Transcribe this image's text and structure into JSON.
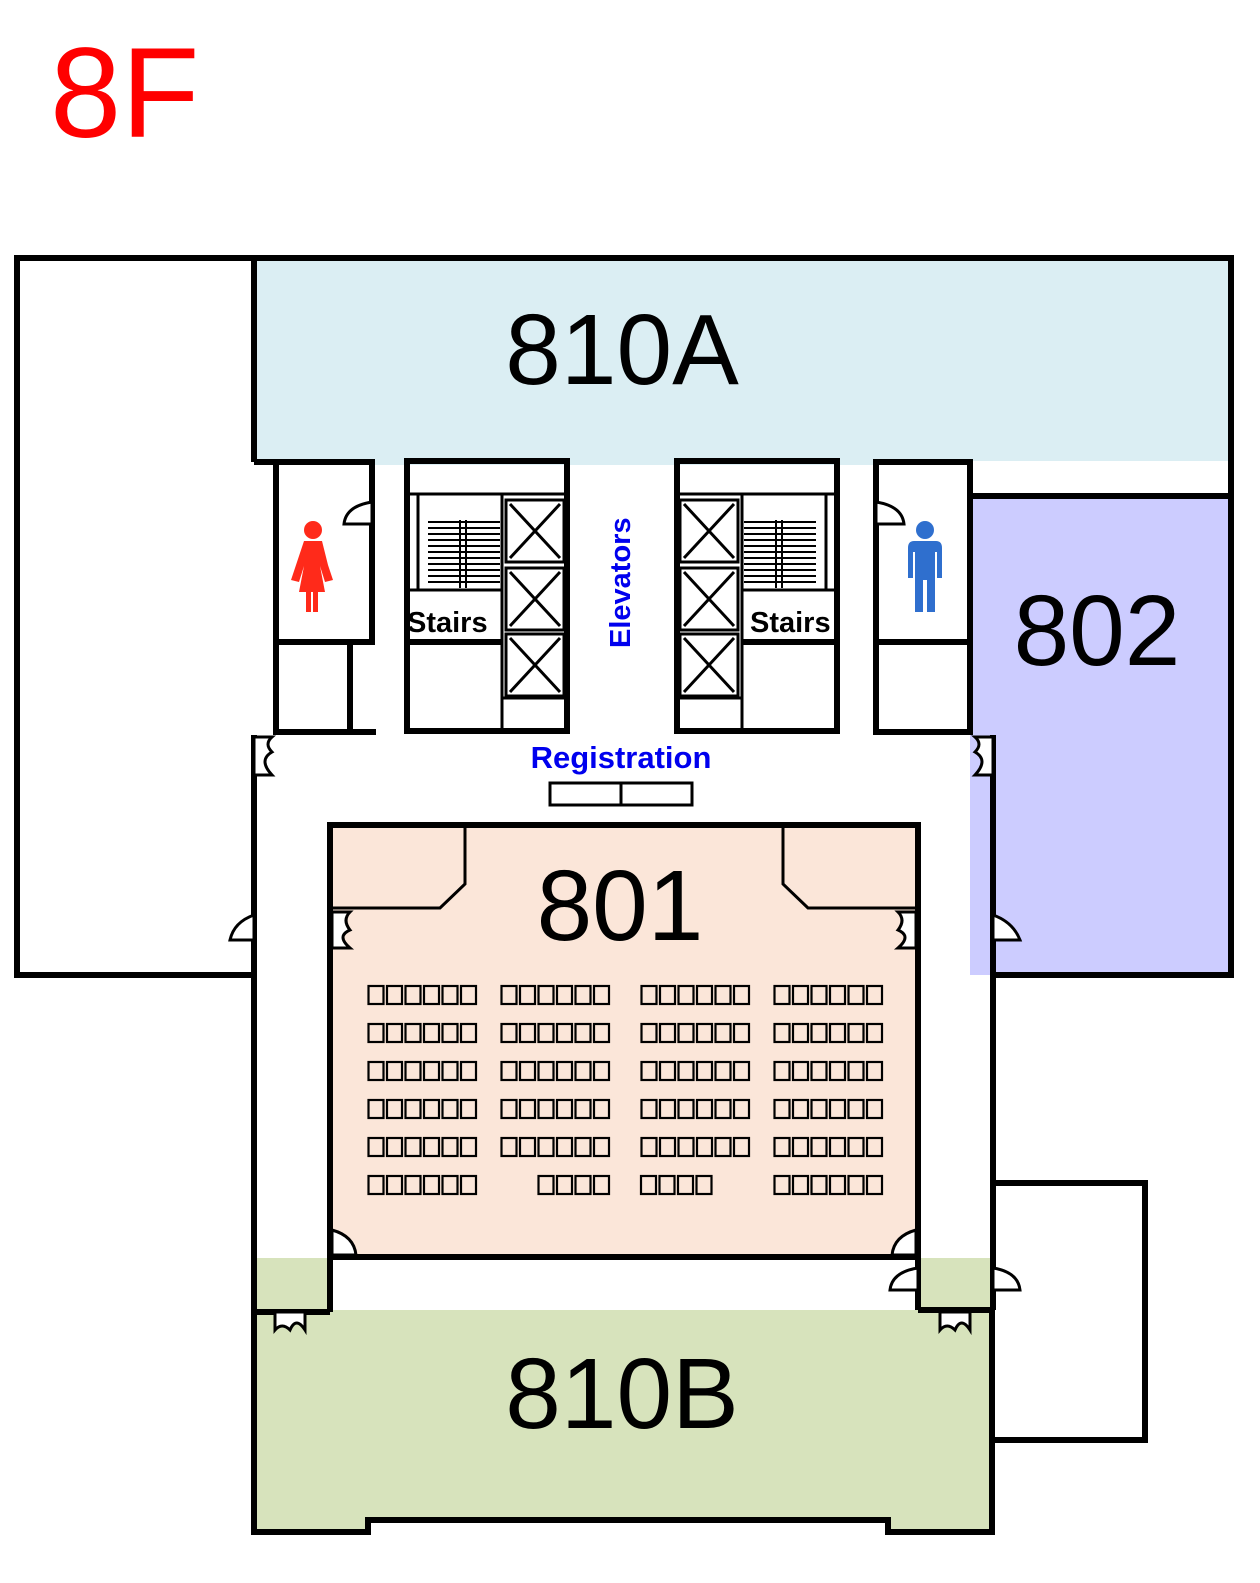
{
  "floor_label": "8F",
  "colors": {
    "floor_label": "#ff0000",
    "room_810a": "#dbeef3",
    "room_802": "#ccccff",
    "room_801": "#fbe6d9",
    "room_810b": "#d7e3bc",
    "blue_text": "#0000ee",
    "women_icon": "#ff2a1a",
    "men_icon": "#2f6fce"
  },
  "rooms": {
    "r810a": "810A",
    "r802": "802",
    "r801": "801",
    "r810b": "810B"
  },
  "labels": {
    "stairs_left": "Stairs",
    "stairs_right": "Stairs",
    "elevators": "Elevators",
    "registration": "Registration"
  },
  "icons": {
    "women": "women-restroom-icon",
    "men": "men-restroom-icon"
  },
  "seating_801": {
    "rows": 6,
    "columns": 4,
    "seats_per_row": [
      [
        6,
        6,
        6,
        6
      ],
      [
        6,
        6,
        6,
        6
      ],
      [
        6,
        6,
        6,
        6
      ],
      [
        6,
        6,
        6,
        6
      ],
      [
        6,
        6,
        6,
        6
      ],
      [
        6,
        4,
        4,
        6
      ]
    ]
  }
}
